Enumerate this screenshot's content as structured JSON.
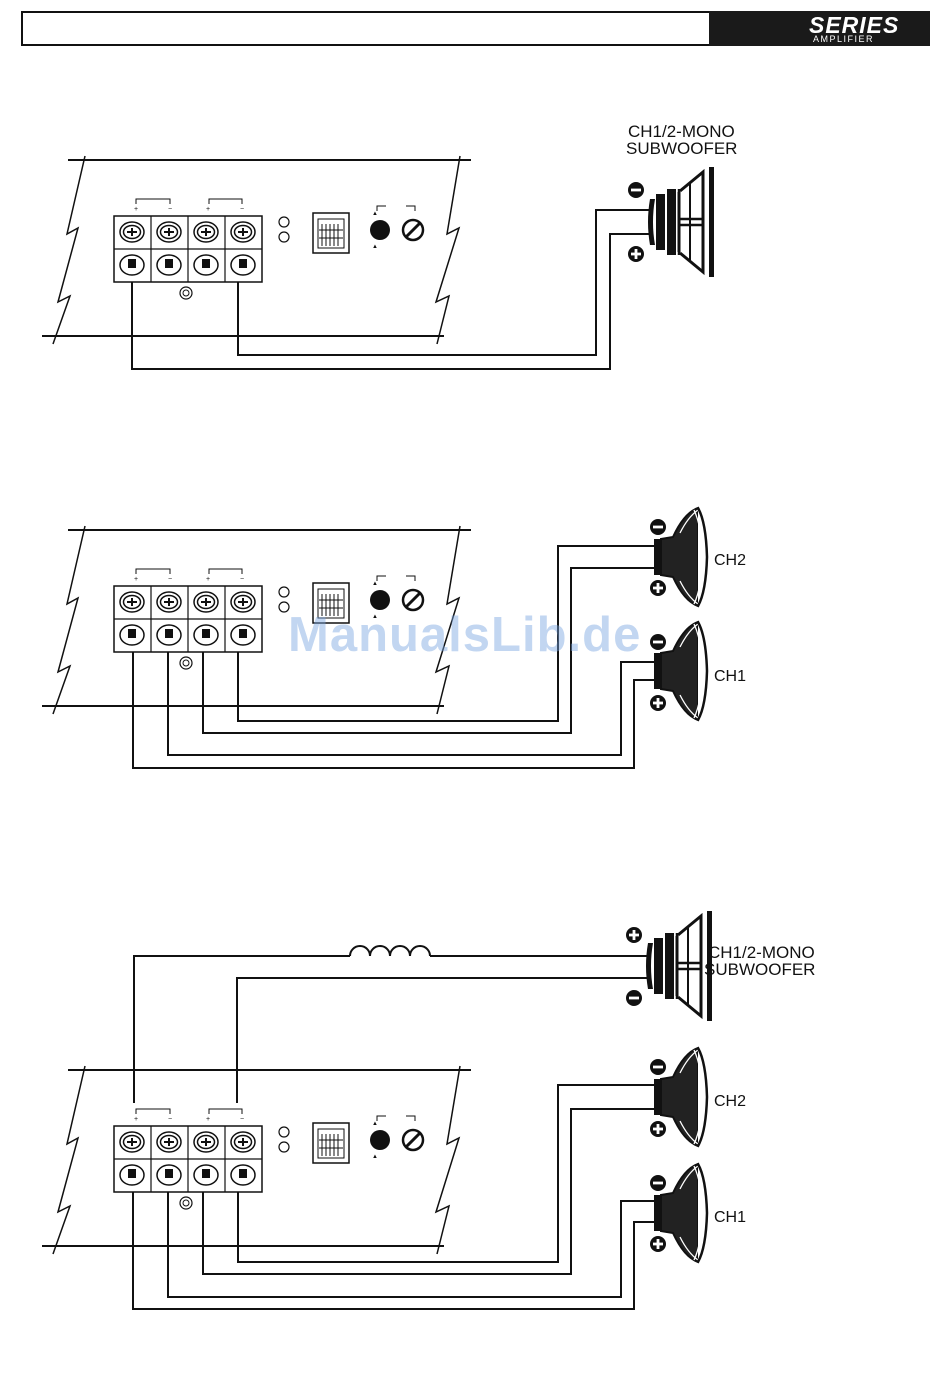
{
  "header": {
    "brand": "SERIES",
    "subtitle": "AMPLIFIER"
  },
  "diagram1": {
    "speaker_label_1": "CH1/2-MONO",
    "speaker_label_2": "SUBWOOFER"
  },
  "diagram2": {
    "ch2_label": "CH2",
    "ch1_label": "CH1"
  },
  "diagram3": {
    "sub_label_1": "CH1/2-MONO",
    "sub_label_2": "SUBWOOFER",
    "ch2_label": "CH2",
    "ch1_label": "CH1"
  },
  "watermark": "ManualsLib.de"
}
